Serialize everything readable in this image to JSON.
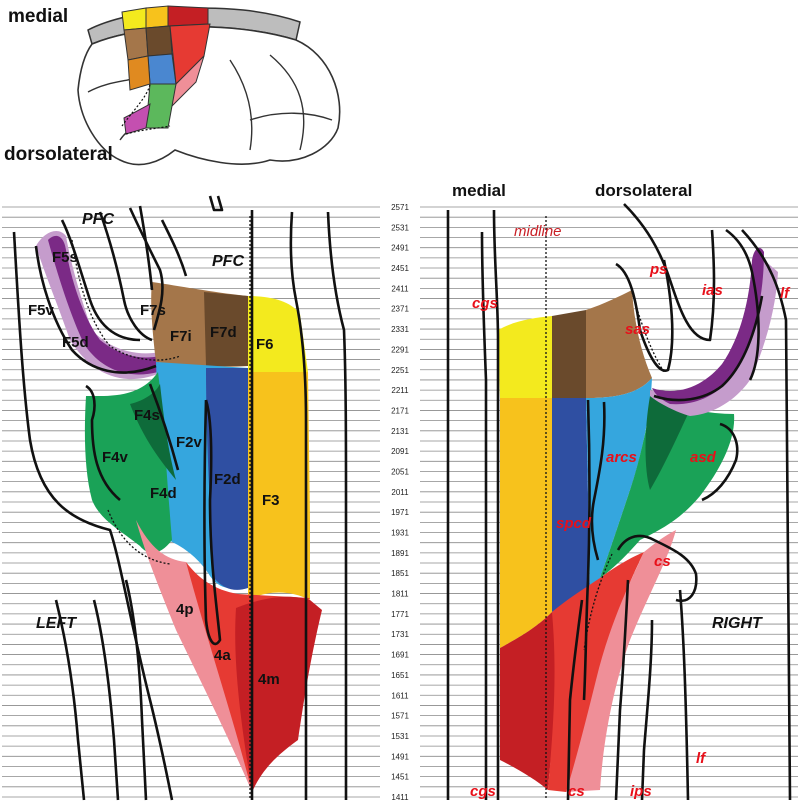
{
  "inset": {
    "label_medial": "medial",
    "label_dorsolateral": "dorsolateral"
  },
  "header": {
    "medial": "medial",
    "dorsolateral": "dorsolateral"
  },
  "sides": {
    "left": "LEFT",
    "right": "RIGHT"
  },
  "midline_label": "midline",
  "left_labels": {
    "pfc_top": "PFC",
    "pfc_mid": "PFC",
    "f5s": "F5s",
    "f5v": "F5v",
    "f5d": "F5d",
    "f7s": "F7s",
    "f7i": "F7i",
    "f7d": "F7d",
    "f6": "F6",
    "f4s": "F4s",
    "f2v": "F2v",
    "f4v": "F4v",
    "f4d": "F4d",
    "f2d": "F2d",
    "f3": "F3",
    "a4p": "4p",
    "a4a": "4a",
    "a4m": "4m"
  },
  "right_sulci": {
    "cgs_top": "cgs",
    "ps": "ps",
    "ias": "ias",
    "lf_top": "lf",
    "sas": "sas",
    "arcs": "arcs",
    "asd": "asd",
    "spcd": "spcd",
    "cs_mid": "cs",
    "lf_bottom": "lf",
    "cgs_bottom": "cgs",
    "cs_bottom": "cs",
    "ips": "ips"
  },
  "section_ticks": [
    "2571",
    "2531",
    "2491",
    "2451",
    "2411",
    "2371",
    "2331",
    "2291",
    "2251",
    "2211",
    "2171",
    "2131",
    "2091",
    "2051",
    "2011",
    "1971",
    "1931",
    "1891",
    "1851",
    "1811",
    "1771",
    "1731",
    "1691",
    "1651",
    "1611",
    "1571",
    "1531",
    "1491",
    "1451",
    "1411"
  ],
  "colors": {
    "F5": "#7b2a86",
    "F5_light": "#c59ccc",
    "F7": "#a4764a",
    "F7_dark": "#6a4a2c",
    "F6": "#f3ea1e",
    "F3": "#f7c21c",
    "F2": "#35a6de",
    "F2d": "#2f4fa2",
    "F4": "#1aa257",
    "F4_dark": "#0e6b3a",
    "area4p": "#ef8f98",
    "area4a": "#e63a33",
    "area4m": "#c41f24",
    "sulcus_text": "#e8101a"
  }
}
